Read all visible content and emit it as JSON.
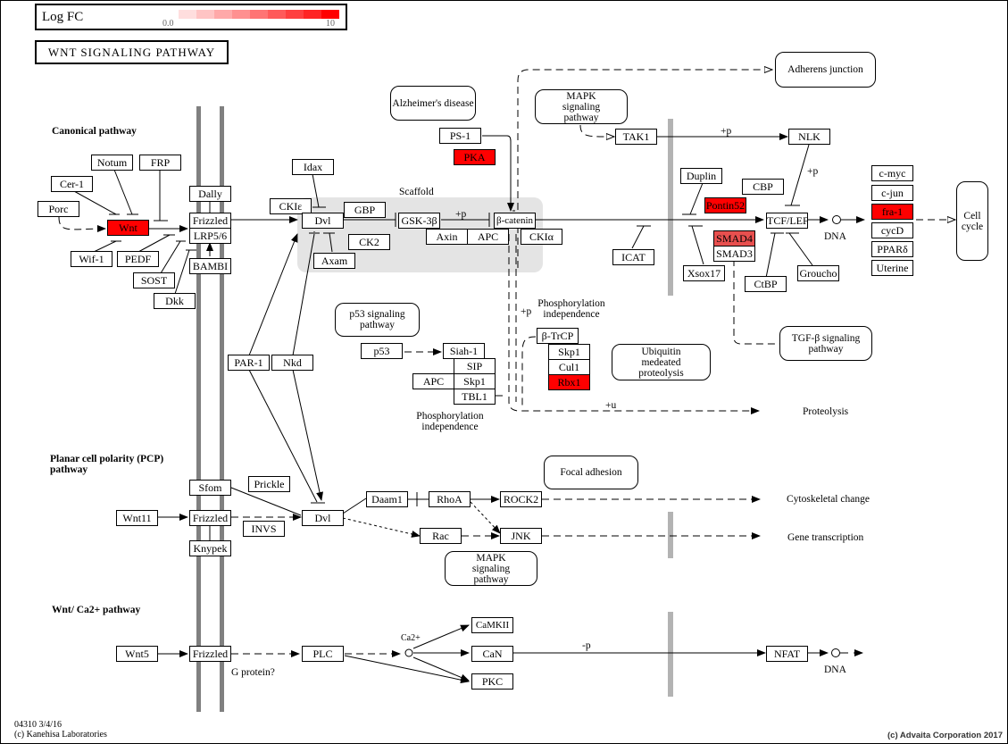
{
  "legend": {
    "title": "Log FC",
    "min_label": "0.0",
    "max_label": "10",
    "scale_colors": [
      "#ffdede",
      "#ffc4c4",
      "#ffa9a9",
      "#ff9090",
      "#ff7474",
      "#ff5a5a",
      "#ff3f3f",
      "#ff2424",
      "#ff0000"
    ]
  },
  "title": "WNT SIGNALING PATHWAY",
  "sections": {
    "canonical": "Canonical pathway",
    "pcp": "Planar cell polarity (PCP) pathway",
    "ca": "Wnt/ Ca2+ pathway"
  },
  "colors": {
    "high": "#ff0000",
    "medium": "#e8504f",
    "scaffold": "#e4e4e4",
    "membrane": "#808080",
    "nuclear": "#b3b3b3"
  },
  "nodes": {
    "porc": "Porc",
    "cer1": "Cer-1",
    "notum": "Notum",
    "frp": "FRP",
    "wnt": "Wnt",
    "wif1": "Wif-1",
    "pedf": "PEDF",
    "sost": "SOST",
    "dkk": "Dkk",
    "dally": "Dally",
    "frizzled1": "Frizzled",
    "lrp56": "LRP5/6",
    "bambi": "BAMBI",
    "idax": "Idax",
    "ckie": "CKIε",
    "dvl1": "Dvl",
    "gbp": "GBP",
    "ck2": "CK2",
    "axam": "Axam",
    "gsk3b": "GSK-3β",
    "axin": "Axin",
    "apc1": "APC",
    "bcatenin": "β-catenin",
    "ckia": "CKIα",
    "ps1": "PS-1",
    "pka": "PKA",
    "tak1": "TAK1",
    "nlk": "NLK",
    "duplin": "Duplin",
    "cbp": "CBP",
    "pontin52": "Pontin52",
    "tcflef": "TCF/LEF",
    "smad4": "SMAD4",
    "smad3": "SMAD3",
    "icat": "ICAT",
    "xsox17": "Xsox17",
    "ctbp": "CtBP",
    "groucho": "Groucho",
    "cmyc": "c-myc",
    "cjun": "c-jun",
    "fra1": "fra-1",
    "cycd": "cycD",
    "ppard": "PPARδ",
    "uterine": "Uterine",
    "par1": "PAR-1",
    "nkd": "Nkd",
    "p53": "p53",
    "siah1": "Siah-1",
    "sip": "SIP",
    "apc2": "APC",
    "skp1a": "Skp1",
    "tbl1": "TBL1",
    "btrcp": "β-TrCP",
    "skp1b": "Skp1",
    "cul1": "Cul1",
    "rbx1": "Rbx1",
    "sfom": "Sfom",
    "prickle": "Prickle",
    "wnt11": "Wnt11",
    "frizzled2": "Frizzled",
    "invs": "INVS",
    "knypek": "Knypek",
    "dvl2": "Dvl",
    "daam1": "Daam1",
    "rhoa": "RhoA",
    "rock2": "ROCK2",
    "rac": "Rac",
    "jnk": "JNK",
    "wnt5": "Wnt5",
    "frizzled3": "Frizzled",
    "plc": "PLC",
    "camkii": "CaMKII",
    "can": "CaN",
    "pkc": "PKC",
    "nfat": "NFAT"
  },
  "pathways": {
    "alzheimers": "Alzheimer's disease",
    "mapk1": "MAPK signaling pathway",
    "adherens": "Adherens junction",
    "cellcycle": "Cell cycle",
    "p53sig": "p53 signaling pathway",
    "ubiquitin": "Ubiquitin medeated proteolysis",
    "tgfb": "TGF-β signaling pathway",
    "focal": "Focal adhesion",
    "mapk2": "MAPK signaling pathway"
  },
  "labels": {
    "scaffold": "Scaffold",
    "plus_p": "+p",
    "plus_u": "+u",
    "minus_p": "-p",
    "dna": "DNA",
    "phospho": "Phosphorylation independence",
    "proteolysis": "Proteolysis",
    "cytoskeletal": "Cytoskeletal change",
    "gene_transcription": "Gene transcription",
    "g_protein": "G protein?",
    "ca": "Ca2+"
  },
  "footer": {
    "id_date": "04310 3/4/16",
    "kegg": "(c) Kanehisa Laboratories",
    "advaita": "(c) Advaita Corporation 2017"
  }
}
